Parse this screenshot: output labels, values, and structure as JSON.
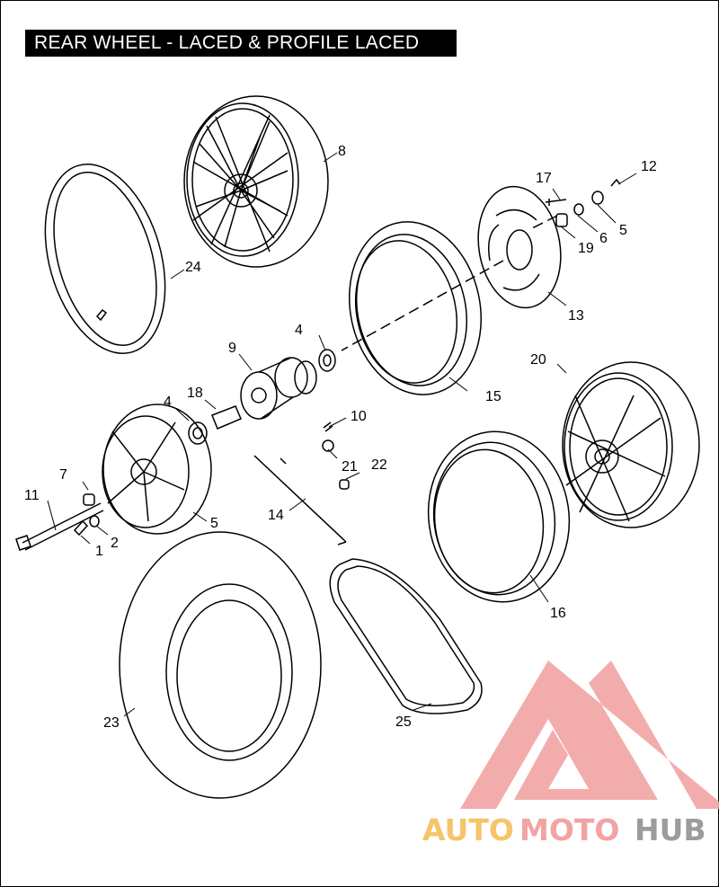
{
  "title": "REAR WHEEL - LACED & PROFILE LACED",
  "callouts": {
    "c1": "1",
    "c2": "2",
    "c4a": "4",
    "c4b": "4",
    "c5a": "5",
    "c5b": "5",
    "c6": "6",
    "c7": "7",
    "c8": "8",
    "c9": "9",
    "c10": "10",
    "c11": "11",
    "c12": "12",
    "c13": "13",
    "c14": "14",
    "c15": "15",
    "c16": "16",
    "c17": "17",
    "c18": "18",
    "c19": "19",
    "c20": "20",
    "c21": "21",
    "c22": "22",
    "c23": "23",
    "c24": "24",
    "c25": "25"
  },
  "watermark": {
    "part1": "AUTO",
    "part2": "MOTO",
    "part3": "HUB",
    "colors": {
      "auto": "#f6c46a",
      "moto": "#f2a3a3",
      "hub": "#9c9c9c",
      "logo": "#f2a3a3"
    }
  }
}
